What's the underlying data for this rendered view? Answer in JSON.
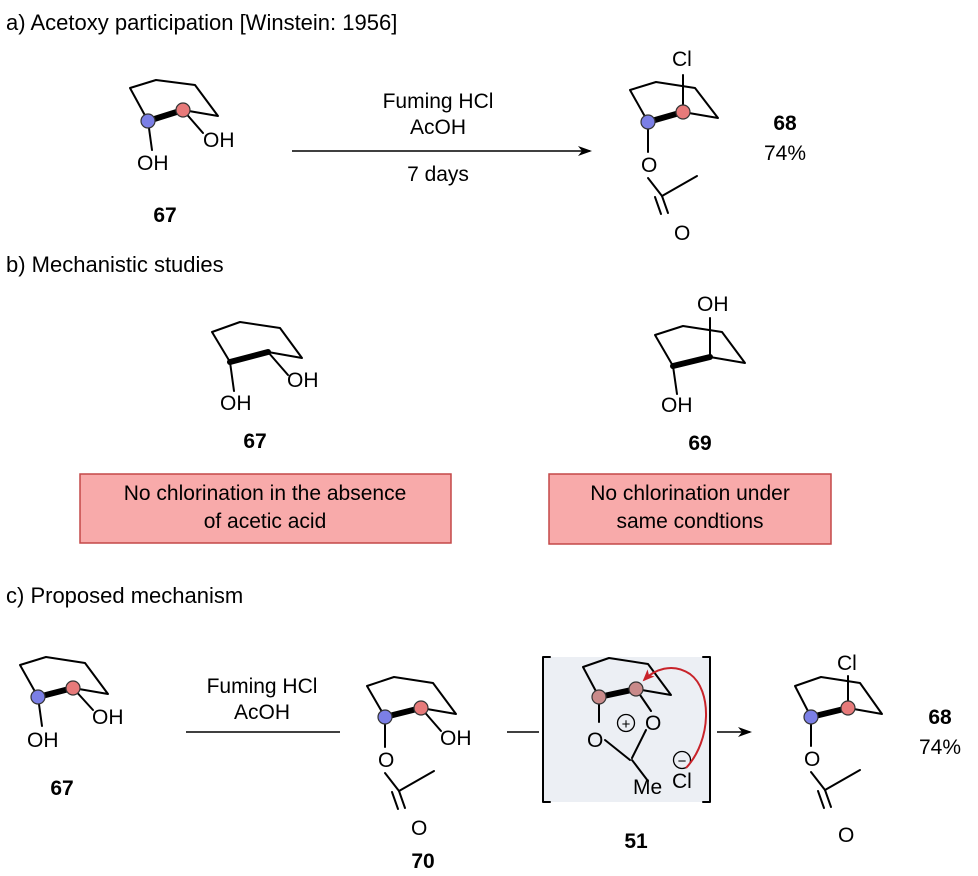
{
  "sections": {
    "a": {
      "header": "a) Acetoxy participation [Winstein: 1956]"
    },
    "b": {
      "header": "b) Mechanistic studies"
    },
    "c": {
      "header": "c) Proposed mechanism"
    }
  },
  "atoms": {
    "oh": "OH",
    "cl": "Cl",
    "o": "O",
    "me": "Me",
    "plus": "+",
    "minus": "−"
  },
  "compounds": {
    "c67": "67",
    "c68": "68",
    "c69": "69",
    "c70": "70",
    "c51": "51"
  },
  "yields": {
    "y68": "74%"
  },
  "conditions": {
    "reagent1": "Fuming HCl",
    "reagent2": "AcOH",
    "time": "7 days"
  },
  "notes": {
    "note1_line1": "No chlorination in the absence",
    "note1_line2": "of acetic acid",
    "note2_line1": "No chlorination under",
    "note2_line2": "same condtions"
  },
  "colors": {
    "note_fill": "#f8aaaa",
    "note_border": "#c44848",
    "intermediate_fill": "#eceff4",
    "curved_arrow": "#c8232a",
    "stereocenter_blue": "#7b7fe6",
    "stereocenter_red": "#e77a7a"
  }
}
